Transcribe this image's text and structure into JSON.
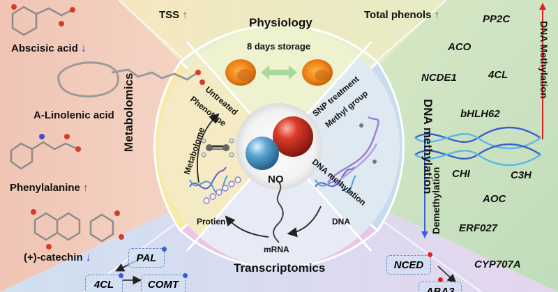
{
  "center": {
    "label": "NO"
  },
  "ring_titles": {
    "physiology": "Physiology",
    "metabolomics": "Metabolomics",
    "dna_methylation": "DNA methylation",
    "transcriptomics": "Transcriptomics"
  },
  "inner": {
    "storage": "8 days storage",
    "untreated": "Untreated",
    "snp_treatment": "SNP treatment",
    "phenotype": "Phenotype",
    "metabolome": "Metabolome",
    "methyl_group": "Methyl group",
    "dna_methylation": "DNA methylation",
    "dna": "DNA",
    "mrna": "mRNA",
    "protien": "Protien"
  },
  "physiology_items": {
    "tss": "TSS",
    "total_phenols": "Total phenols"
  },
  "metabolites": [
    {
      "name": "Abscisic acid",
      "trend": "down"
    },
    {
      "name": "A-Linolenic acid",
      "trend": ""
    },
    {
      "name": "Phenylalanine",
      "trend": "up"
    },
    {
      "name": "(+)-catechin",
      "trend": "down"
    }
  ],
  "methylation_genes": [
    "PP2C",
    "ACO",
    "NCDE1",
    "4CL",
    "bHLH62"
  ],
  "demethylation_genes": [
    "CHI",
    "C3H",
    "AOC",
    "ERF027",
    "CYP707A"
  ],
  "axis_labels": {
    "methylation": "DNA Methylation",
    "demethylation": "Demethylation"
  },
  "transcript_genes_left": [
    "PAL",
    "4CL",
    "COMT"
  ],
  "transcript_genes_right": [
    "NCED",
    "ABA3"
  ],
  "colors": {
    "up_arrow": "#e0201b",
    "down_arrow": "#3a31c7",
    "red_ball": "#c0281c",
    "blue_ball": "#4a8fbf"
  }
}
